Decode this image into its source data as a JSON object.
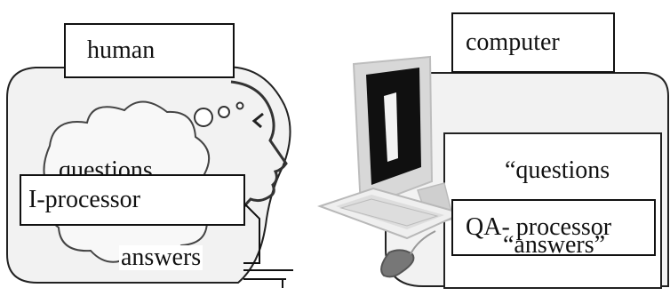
{
  "human": {
    "title": "human",
    "questions_label": "questions",
    "processor_label": "I-processor",
    "answers_label": "answers"
  },
  "computer": {
    "title": "computer",
    "questions_label": "“questions",
    "processor_label": "QA- processor",
    "answers_label": "“answers”"
  },
  "colors": {
    "line": "#111111",
    "panel_fill": "#f2f2f2",
    "thought_fill": "#f7f7f7",
    "screen": "#101010",
    "monitor": "#d8d8d8"
  }
}
